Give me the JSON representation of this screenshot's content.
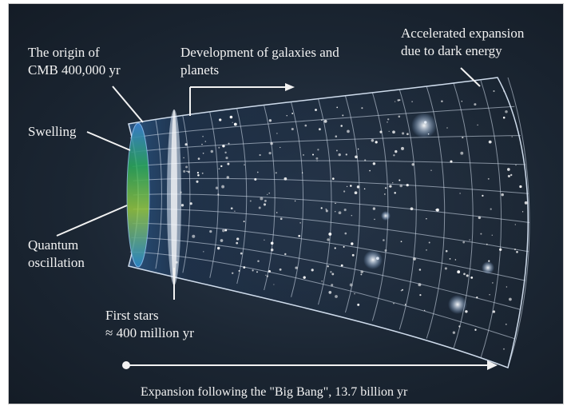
{
  "labels": {
    "origin_line1": "The origin of",
    "origin_line2": "CMB  400,000 yr",
    "development_line1": "Development of galaxies and",
    "development_line2": "planets",
    "accelerated_line1": "Accelerated expansion",
    "accelerated_line2": "due to dark energy",
    "swelling": "Swelling",
    "quantum_line1": "Quantum",
    "quantum_line2": "oscillation",
    "first_stars_line1": "First stars",
    "first_stars_line2": "≈ 400 million yr",
    "expansion_caption": "Expansion following the \"Big Bang\", 13.7 billion yr"
  },
  "colors": {
    "background": "#1b2633",
    "grid": "#d8e4f2",
    "cmb_band": "#2a9c5a",
    "text": "#f2f2f2"
  }
}
